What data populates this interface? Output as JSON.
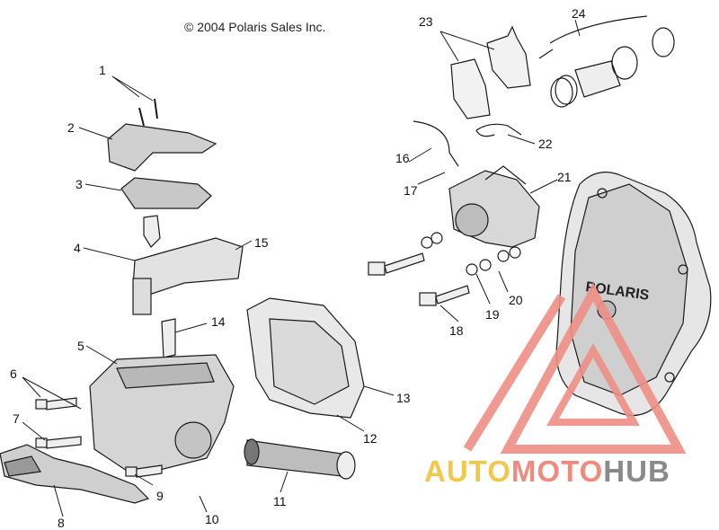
{
  "copyright": "© 2004 Polaris Sales Inc.",
  "callouts": [
    "1",
    "2",
    "3",
    "4",
    "5",
    "6",
    "7",
    "8",
    "9",
    "10",
    "11",
    "12",
    "13",
    "14",
    "15",
    "16",
    "17",
    "18",
    "19",
    "20",
    "21",
    "22",
    "23",
    "24"
  ],
  "embossed_brand": "POLARIS",
  "watermark": {
    "part1": "AUTO",
    "part2": "MOTO",
    "part3": "HUB",
    "colors": {
      "auto": "#f2c84b",
      "moto": "#f08a7e",
      "hub": "#8a8a8a",
      "triangle": "#ef8f86"
    }
  }
}
